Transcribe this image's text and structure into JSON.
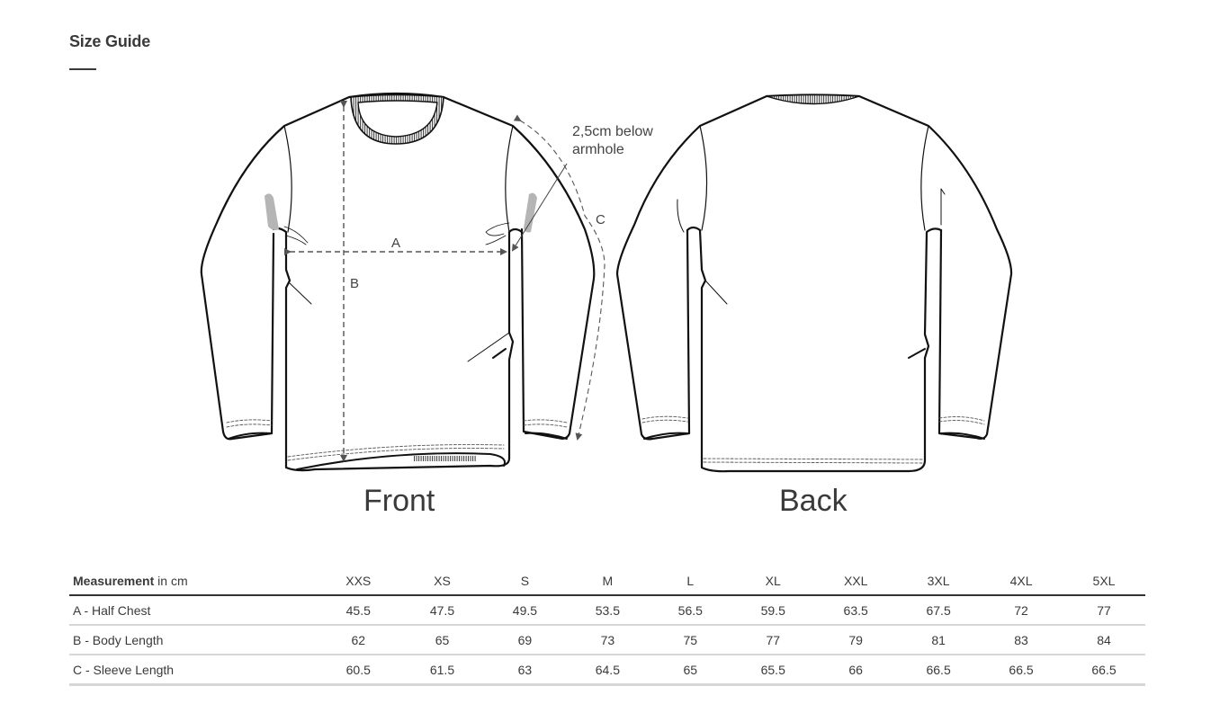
{
  "header": {
    "title": "Size Guide"
  },
  "illustration": {
    "front_label": "Front",
    "back_label": "Back",
    "annotation": [
      "2,5cm below",
      "armhole"
    ],
    "dimension_letters": {
      "a": "A",
      "b": "B",
      "c": "C"
    }
  },
  "table": {
    "header_label_bold": "Measurement",
    "header_label_unit": " in cm",
    "sizes": [
      "XXS",
      "XS",
      "S",
      "M",
      "L",
      "XL",
      "XXL",
      "3XL",
      "4XL",
      "5XL"
    ],
    "rows": [
      {
        "label": "A - Half Chest",
        "values": [
          "45.5",
          "47.5",
          "49.5",
          "53.5",
          "56.5",
          "59.5",
          "63.5",
          "67.5",
          "72",
          "77"
        ]
      },
      {
        "label": "B - Body Length",
        "values": [
          "62",
          "65",
          "69",
          "73",
          "75",
          "77",
          "79",
          "81",
          "83",
          "84"
        ]
      },
      {
        "label": "C - Sleeve Length",
        "values": [
          "60.5",
          "61.5",
          "63",
          "64.5",
          "65",
          "65.5",
          "66",
          "66.5",
          "66.5",
          "66.5"
        ]
      }
    ]
  },
  "colors": {
    "text": "#3a3a3a",
    "header_rule": "#333333",
    "row_rule": "#d6d6d6",
    "underarm_shade": "#b5b5b5"
  }
}
